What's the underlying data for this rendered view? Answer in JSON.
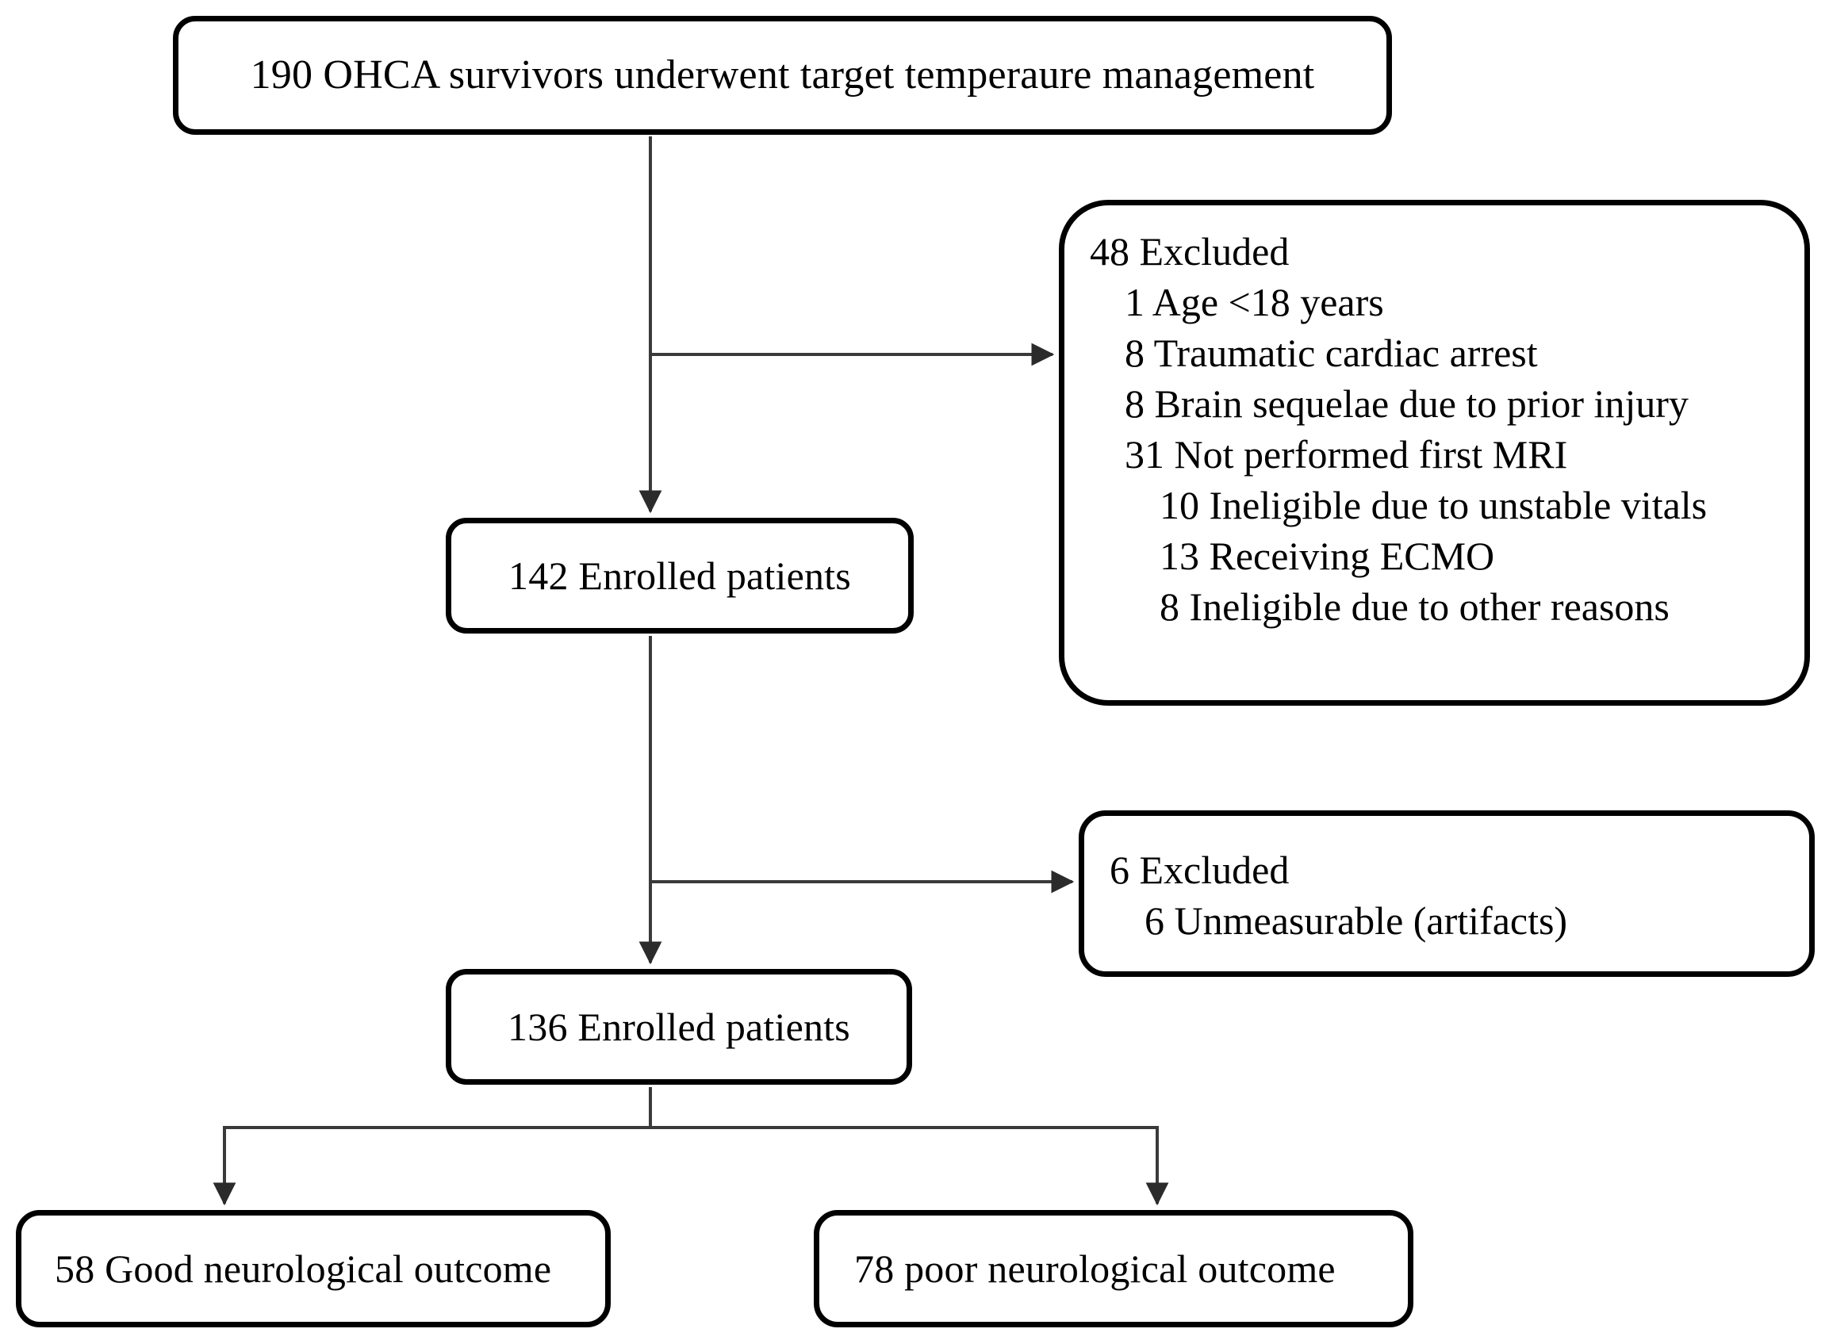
{
  "diagram": {
    "type": "study-flow-consort",
    "title_text": "",
    "line_color": "#3a3a3a",
    "box_border_color": "#000000",
    "background_color": "#ffffff"
  },
  "boxes": {
    "screened": {
      "label": "190 OHCA survivors underwent target temperaure management",
      "count": 190
    },
    "excluded_1": {
      "header": "48 Excluded",
      "count": 48,
      "items": [
        {
          "text": "1 Age <18 years",
          "level": 1,
          "count": 1
        },
        {
          "text": "8 Traumatic cardiac arrest",
          "level": 1,
          "count": 8
        },
        {
          "text": "8 Brain sequelae due to prior injury",
          "level": 1,
          "count": 8
        },
        {
          "text": "31 Not performed first MRI",
          "level": 1,
          "count": 31
        },
        {
          "text": "10 Ineligible due to unstable vitals",
          "level": 2,
          "count": 10
        },
        {
          "text": "13 Receiving ECMO",
          "level": 2,
          "count": 13
        },
        {
          "text": "8 Ineligible due to other reasons",
          "level": 2,
          "count": 8
        }
      ]
    },
    "enrolled_142": {
      "label": "142 Enrolled patients",
      "count": 142
    },
    "excluded_2": {
      "header": "6 Excluded",
      "count": 6,
      "items": [
        {
          "text": "6 Unmeasurable (artifacts)",
          "level": 1,
          "count": 6
        }
      ]
    },
    "enrolled_136": {
      "label": "136 Enrolled patients",
      "count": 136
    },
    "outcome_good": {
      "label": "58 Good neurological outcome",
      "count": 58
    },
    "outcome_poor": {
      "label": "78 poor neurological outcome",
      "count": 78
    }
  }
}
